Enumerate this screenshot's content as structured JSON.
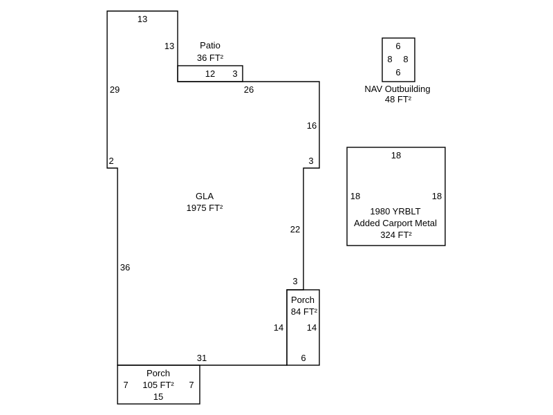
{
  "colors": {
    "background": "#ffffff",
    "line": "#000000",
    "text": "#000000"
  },
  "patio": {
    "title": "Patio",
    "area": "36 FT²",
    "dim_left": "12",
    "dim_right": "3",
    "dim_upper_wall": "13"
  },
  "gla": {
    "title": "GLA",
    "area": "1975 FT²",
    "dim_top": "13",
    "dim_left_upper": "29",
    "dim_left_step": "2",
    "dim_left_lower": "36",
    "dim_top_right": "26",
    "dim_right_upper": "16",
    "dim_right_step": "3",
    "dim_right_mid": "22",
    "dim_right_lower": "3",
    "dim_bottom": "31"
  },
  "porch_right": {
    "title": "Porch",
    "area": "84 FT²",
    "dim_left": "14",
    "dim_right": "14",
    "dim_bottom": "6"
  },
  "porch_bottom": {
    "title": "Porch",
    "area": "105 FT²",
    "dim_left": "7",
    "dim_right": "7",
    "dim_bottom": "15"
  },
  "outbuilding": {
    "title": "NAV Outbuilding",
    "area": "48 FT²",
    "dim_top": "6",
    "dim_left": "8",
    "dim_right": "8",
    "dim_bottom": "6"
  },
  "carport": {
    "title_line1": "1980 YRBLT",
    "title_line2": "Added Carport Metal",
    "area": "324 FT²",
    "dim_top": "18",
    "dim_left": "18",
    "dim_right": "18"
  }
}
